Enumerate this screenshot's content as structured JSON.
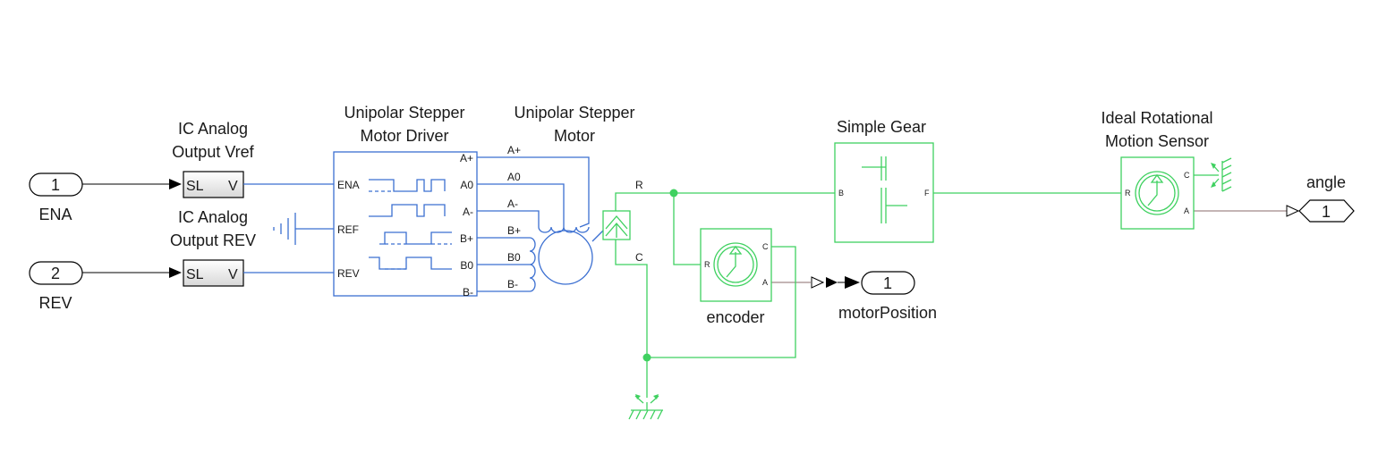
{
  "colors": {
    "electrical": "#3b6fd1",
    "mechanical": "#3fd160",
    "signal": "#000000"
  },
  "inports": [
    {
      "number": "1",
      "name": "ENA"
    },
    {
      "number": "2",
      "name": "REV"
    }
  ],
  "analog_outputs": [
    {
      "title_line1": "IC Analog",
      "title_line2": "Output Vref",
      "in_label": "SL",
      "out_label": "V"
    },
    {
      "title_line1": "IC Analog",
      "title_line2": "Output REV",
      "in_label": "SL",
      "out_label": "V"
    }
  ],
  "driver": {
    "title_line1": "Unipolar Stepper",
    "title_line2": "Motor Driver",
    "left_ports": [
      "ENA",
      "REF",
      "REV"
    ],
    "right_ports": [
      "A+",
      "A0",
      "A-",
      "B+",
      "B0",
      "B-"
    ]
  },
  "motor": {
    "title_line1": "Unipolar Stepper",
    "title_line2": "Motor",
    "ports": [
      "A+",
      "A0",
      "A-",
      "B+",
      "B0",
      "B-"
    ],
    "shaft_ports": [
      "R",
      "C"
    ]
  },
  "encoder": {
    "name": "encoder",
    "ports": [
      "R",
      "C",
      "A"
    ]
  },
  "motor_position_outport": {
    "number": "1",
    "name": "motorPosition"
  },
  "gear": {
    "title": "Simple Gear",
    "ports": [
      "B",
      "F"
    ]
  },
  "sensor": {
    "title_line1": "Ideal Rotational",
    "title_line2": "Motion Sensor",
    "ports": [
      "R",
      "C",
      "A"
    ]
  },
  "angle_goto": {
    "number": "1",
    "name": "angle"
  }
}
